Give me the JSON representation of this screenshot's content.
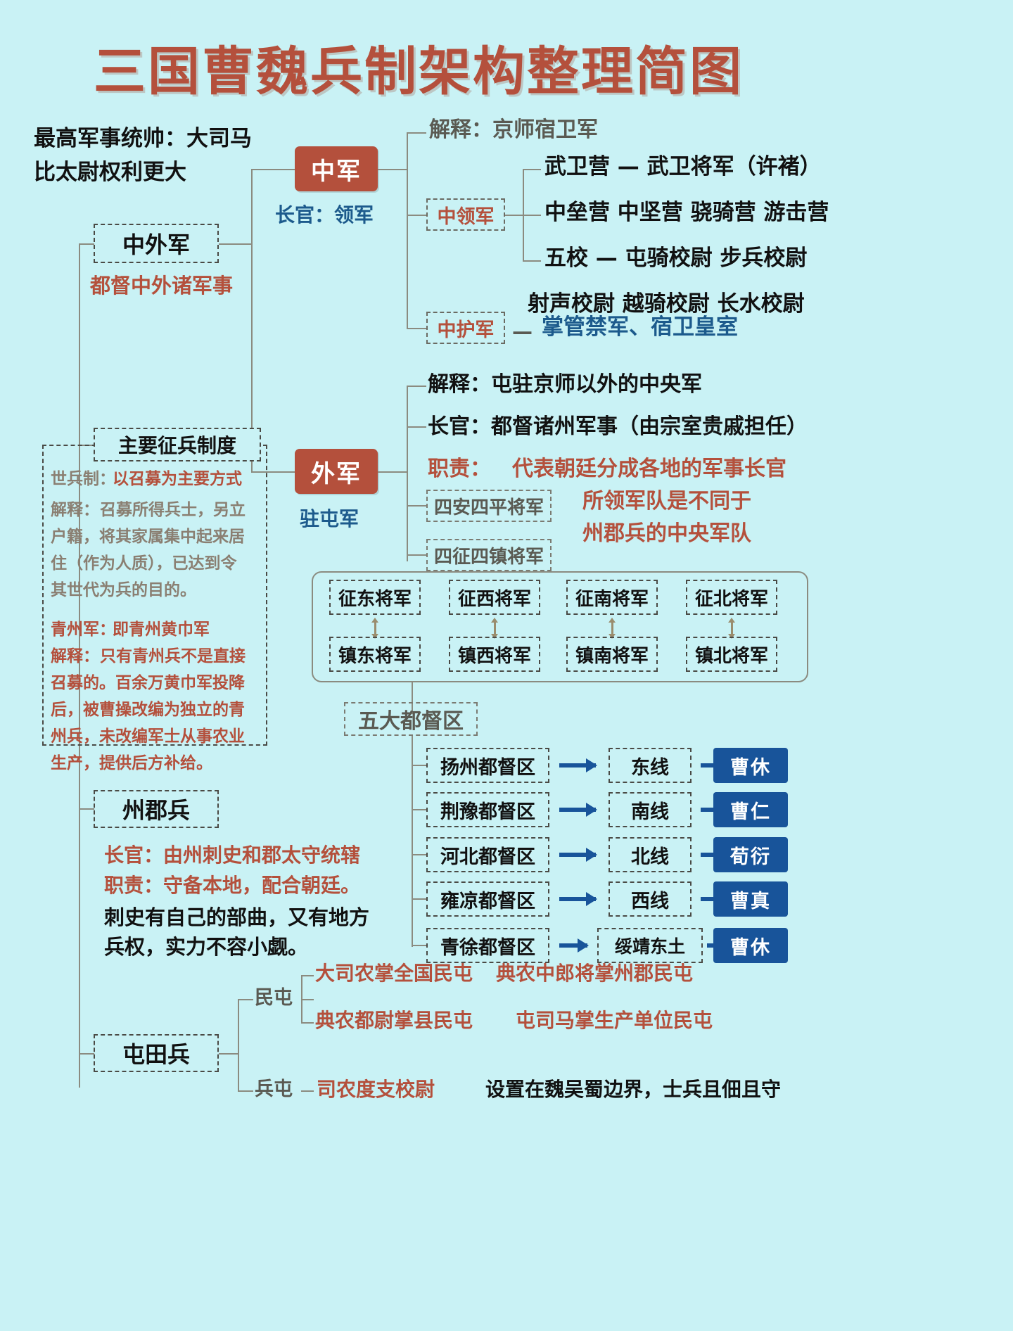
{
  "title": "三国曹魏兵制架构整理简图",
  "top_left": {
    "line1": "最高军事统帅：大司马",
    "line2": "比太尉权利更大"
  },
  "zhongwaijun": {
    "box": "中外军",
    "caption": "都督中外诸军事"
  },
  "zhongjun": {
    "box": "中军",
    "officer": "长官：领军",
    "explain": "解释：京师宿卫军",
    "zhonglingjun": {
      "box": "中领军",
      "rows": [
        "武卫营 — 武卫将军（许褚）",
        "中垒营 中坚营 骁骑营 游击营",
        "五校 — 屯骑校尉 步兵校尉",
        "射声校尉 越骑校尉 长水校尉"
      ]
    },
    "zhonghujun": {
      "box": "中护军",
      "desc": "掌管禁军、宿卫皇室"
    }
  },
  "waijun": {
    "box": "外军",
    "caption": "驻屯军",
    "explain": "解释：屯驻京师以外的中央军",
    "officer": "长官：都督诸州军事（由宗室贵戚担任）",
    "duty_label": "职责：",
    "duty_lines": [
      "代表朝廷分成各地的军事长官",
      "所领军队是不同于",
      "州郡兵的中央军队"
    ],
    "sian_siping": "四安四平将军",
    "sizheng_sizhen": "四征四镇将军",
    "generals_top": [
      "征东将军",
      "征西将军",
      "征南将军",
      "征北将军"
    ],
    "generals_bottom": [
      "镇东将军",
      "镇西将军",
      "镇南将军",
      "镇北将军"
    ]
  },
  "wudadudu": {
    "box": "五大都督区",
    "rows": [
      {
        "region": "扬州都督区",
        "line": "东线",
        "person": "曹休"
      },
      {
        "region": "荆豫都督区",
        "line": "南线",
        "person": "曹仁"
      },
      {
        "region": "河北都督区",
        "line": "北线",
        "person": "荀衍"
      },
      {
        "region": "雍凉都督区",
        "line": "西线",
        "person": "曹真"
      },
      {
        "region": "青徐都督区",
        "line": "绥靖东土",
        "person": "曹休"
      }
    ]
  },
  "zhengbing": {
    "box": "主要征兵制度",
    "p1_title": "世兵制：",
    "p1_text": "以召募为主要方式",
    "p2_title": "解释：",
    "p2_lines": [
      "召募所得兵士，另立",
      "户籍，将其家属集中起来居",
      "住（作为人质），已达到令",
      "其世代为兵的目的。"
    ],
    "p3_title": "青州军：",
    "p3_text": "即青州黄巾军",
    "p4_title": "解释：",
    "p4_lines": [
      "只有青州兵不是直接",
      "召募的。百余万黄巾军投降",
      "后，被曹操改编为独立的青",
      "州兵，未改编军士从事农业",
      "生产，提供后方补给。"
    ]
  },
  "zhoujunbing": {
    "box": "州郡兵",
    "officer": "长官：由州刺史和郡太守统辖",
    "duty": "职责：守备本地，配合朝廷。",
    "note_line1": "刺史有自己的部曲，又有地方",
    "note_line2": "兵权，实力不容小觑。"
  },
  "tuntianbing": {
    "box": "屯田兵",
    "mintun_label": "民屯",
    "mintun_items": [
      "大司农掌全国民屯",
      "典农中郎将掌州郡民屯",
      "典农都尉掌县民屯",
      "屯司马掌生产单位民屯"
    ],
    "bingtun_label": "兵屯",
    "bingtun_item": "司农度支校尉",
    "bingtun_note": "设置在魏吴蜀边界，士兵且佃且守"
  },
  "colors": {
    "background": "#c9f2f5",
    "brand_red": "#b4503c",
    "accent_blue": "#18549a",
    "line_gray": "#8b8b80"
  }
}
